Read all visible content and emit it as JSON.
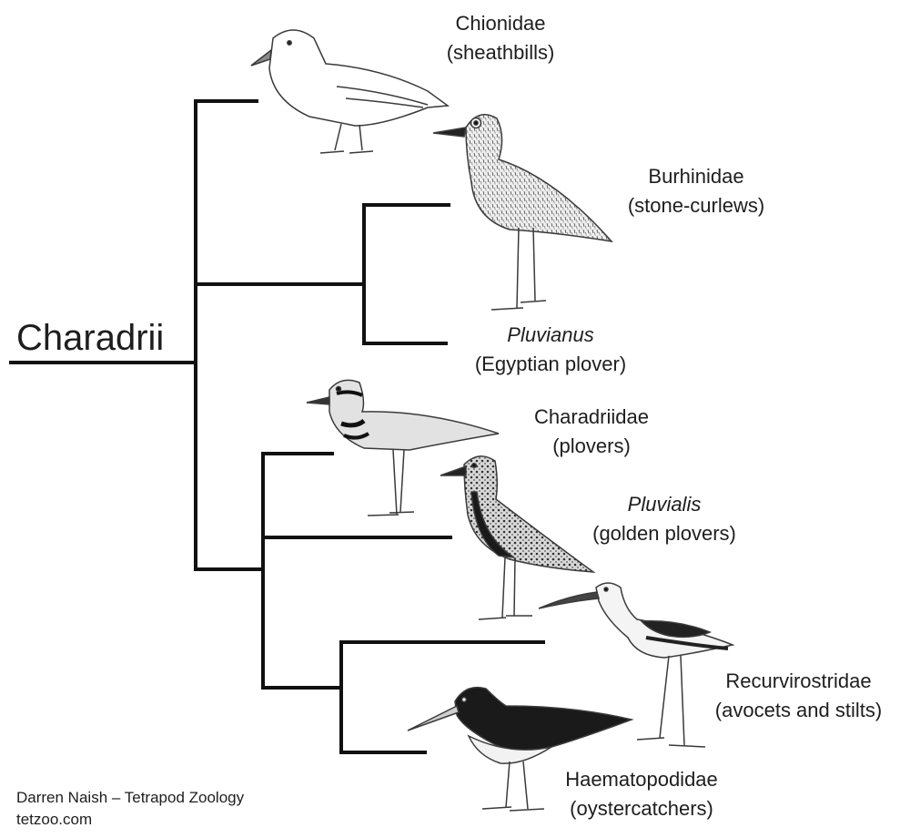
{
  "root": {
    "label": "Charadrii"
  },
  "taxa": [
    {
      "id": "chionidae",
      "name": "Chionidae",
      "common": "(sheathbills)",
      "italic": false
    },
    {
      "id": "burhinidae",
      "name": "Burhinidae",
      "common": "(stone-curlews)",
      "italic": false
    },
    {
      "id": "pluvianus",
      "name": "Pluvianus",
      "common": "(Egyptian plover)",
      "italic": true
    },
    {
      "id": "charadriidae",
      "name": "Charadriidae",
      "common": "(plovers)",
      "italic": false
    },
    {
      "id": "pluvialis",
      "name": "Pluvialis",
      "common": "(golden plovers)",
      "italic": true
    },
    {
      "id": "recurvirostridae",
      "name": "Recurvirostridae",
      "common": "(avocets and stilts)",
      "italic": false
    },
    {
      "id": "haematopodidae",
      "name": "Haematopodidae",
      "common": "(oystercatchers)",
      "italic": false
    }
  ],
  "credit": {
    "line1": "Darren Naish – Tetrapod Zoology",
    "line2": "tetzoo.com"
  },
  "colors": {
    "branch": "#111111",
    "text": "#1e1e1e",
    "bird_outline": "#3a3a3a",
    "bird_dark": "#1a1a1a"
  },
  "icons": [
    "sheathbill-icon",
    "stone-curlew-icon",
    "killdeer-icon",
    "golden-plover-icon",
    "avocet-icon",
    "oystercatcher-icon"
  ]
}
